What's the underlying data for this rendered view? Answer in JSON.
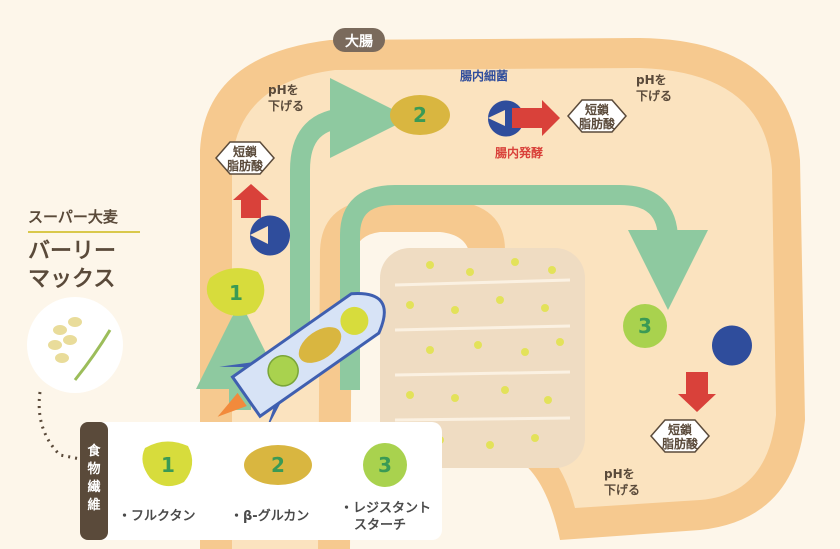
{
  "large_intestine_label": "大腸",
  "brand": {
    "subtitle": "スーパー大麦",
    "title_line1": "バーリー",
    "title_line2": "マックス"
  },
  "scfa_label": [
    "短鎖",
    "脂肪酸"
  ],
  "ph_label": [
    "pHを",
    "下げる"
  ],
  "gut_bacteria_label": "腸内細菌",
  "gut_fermentation_label": "腸内発酵",
  "fiber_numbers": [
    "1",
    "2",
    "3"
  ],
  "legend": {
    "side_title": [
      "食",
      "物",
      "繊",
      "維"
    ],
    "items": [
      {
        "number": "1",
        "lines": [
          "・フルクタン"
        ]
      },
      {
        "number": "2",
        "lines": [
          "・β-グルカン"
        ]
      },
      {
        "number": "3",
        "lines": [
          "・レジスタント",
          "スターチ"
        ]
      }
    ]
  },
  "colors": {
    "intestine_wall": "#f6c98f",
    "intestine_inner": "#fbe3bf",
    "green_arrow": "#8ec9a0",
    "fructan": "#d7dc3c",
    "beta_glucan": "#d9b640",
    "resistant_starch": "#a9d24e",
    "bacteria": "#2f4d9c",
    "red_arrow": "#d9413a"
  }
}
